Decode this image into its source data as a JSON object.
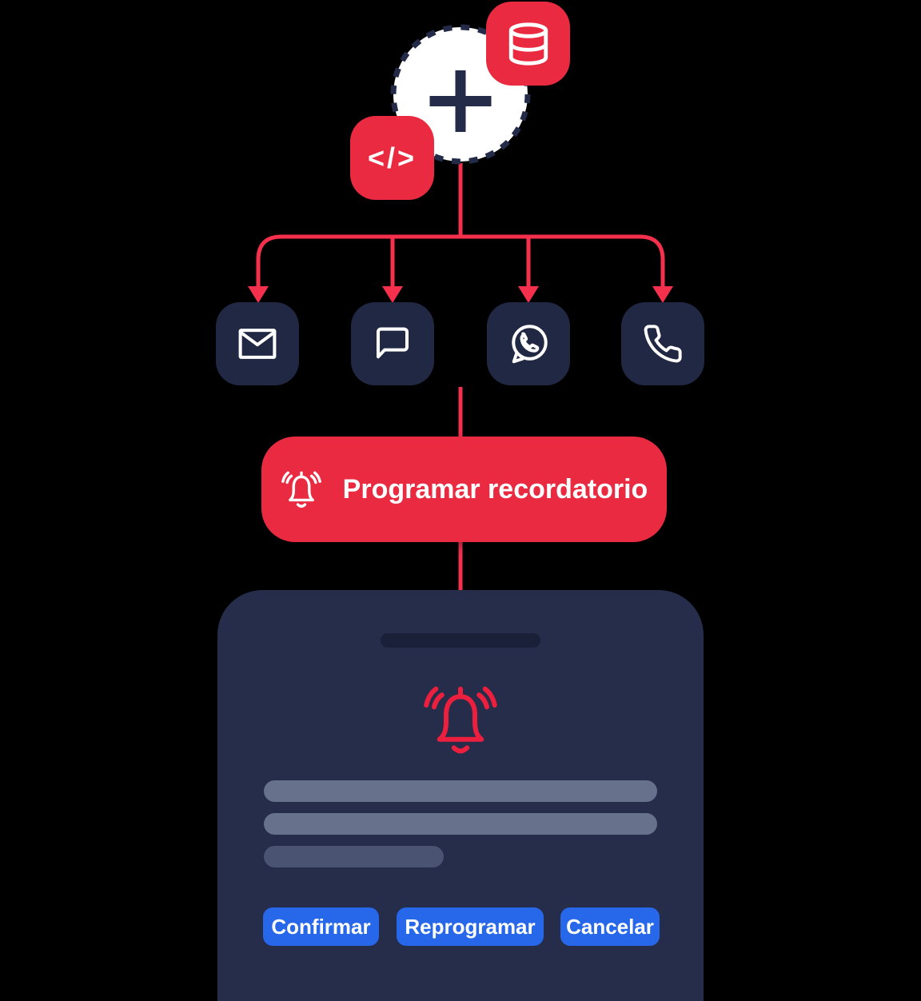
{
  "background": "#000000",
  "colors": {
    "red_fill": "#E92A40",
    "red_line": "#F5304C",
    "bell_red": "#ED1F3F",
    "navy_tile": "#212843",
    "navy_ink": "#232B49",
    "card_bg": "#262D4A",
    "handle_bg": "#1A2037",
    "bar_light": "#67718C",
    "bar_dark": "#4A5472",
    "button_blue": "#2767E9",
    "white": "#FFFFFF"
  },
  "source_cluster": {
    "plus_icon": "plus-icon",
    "database_icon": "database-icon",
    "code_badge_label": "</>"
  },
  "channels": [
    {
      "id": "email",
      "icon": "mail-icon"
    },
    {
      "id": "sms",
      "icon": "chat-bubble-icon"
    },
    {
      "id": "whatsapp",
      "icon": "whatsapp-icon"
    },
    {
      "id": "call",
      "icon": "phone-icon"
    }
  ],
  "reminder": {
    "icon": "bell-icon",
    "label": "Programar recordatorio"
  },
  "card": {
    "icon": "bell-ringing-icon",
    "placeholder_lines": 3,
    "actions": [
      {
        "label": "Confirmar"
      },
      {
        "label": "Reprogramar"
      },
      {
        "label": "Cancelar"
      }
    ]
  }
}
